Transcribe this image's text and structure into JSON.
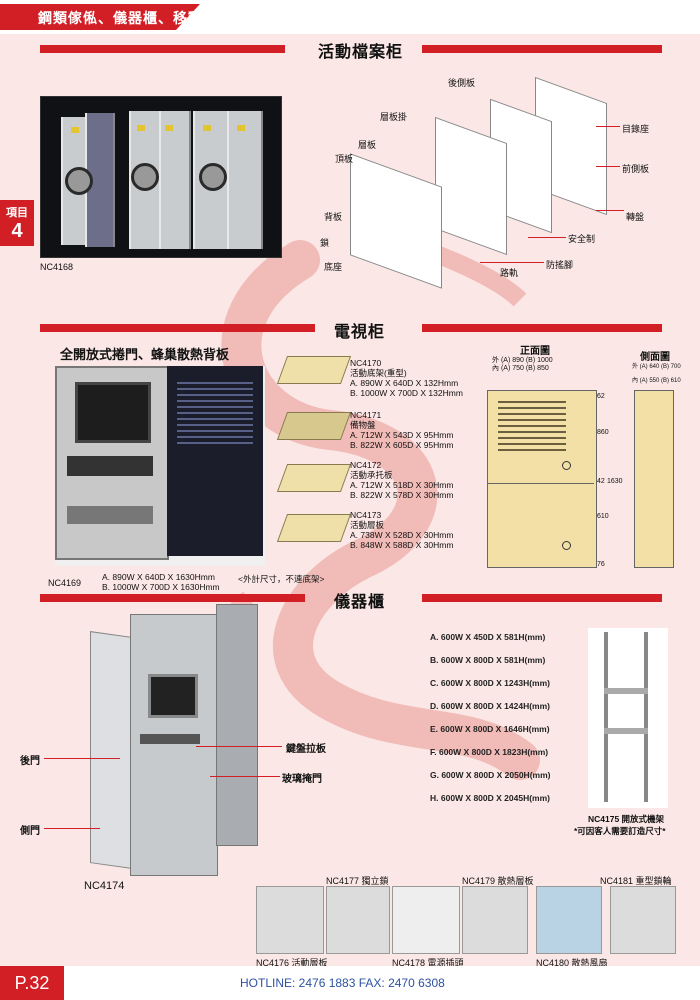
{
  "header": {
    "title": "鋼類傢俬、儀器櫃、移動櫃"
  },
  "side_tab": {
    "label": "項目",
    "number": "4"
  },
  "sections": {
    "mobile": "活動檔案柜",
    "tv": "電視柜",
    "instrument": "儀器櫃"
  },
  "mobile": {
    "photo_code": "NC4168",
    "callouts": {
      "rear_panel": "後側板",
      "shelf_hook": "層板掛",
      "shelf": "層板",
      "top_panel": "頂板",
      "back_panel": "背板",
      "lock": "鎖",
      "base": "底座",
      "directory": "目錄座",
      "front_side": "前側板",
      "handwheel": "轉盤",
      "safety": "安全制",
      "anti_tip": "防搖腳",
      "rail": "路軌"
    }
  },
  "tv": {
    "subtitle": "全開放式捲門、蜂巢散熱背板",
    "photo_code": "NC4169",
    "size_a": "A. 890W X 640D X 1630Hmm",
    "size_b": "B. 1000W X 700D X 1630Hmm",
    "size_note": "<外計尺寸，不連底架>",
    "trays": [
      {
        "code": "NC4170",
        "name": "活動底架(重型)",
        "a": "A. 890W X 640D X 132Hmm",
        "b": "B. 1000W X 700D X 132Hmm"
      },
      {
        "code": "NC4171",
        "name": "備物盤",
        "a": "A. 712W X 543D X 95Hmm",
        "b": "B. 822W X 605D X 95Hmm"
      },
      {
        "code": "NC4172",
        "name": "活動承托板",
        "a": "A. 712W X 518D X 30Hmm",
        "b": "B. 822W X 578D X 30Hmm"
      },
      {
        "code": "NC4173",
        "name": "活動層板",
        "a": "A. 738W X 528D X 30Hmm",
        "b": "B. 848W X 588D X 30Hmm"
      }
    ],
    "front_view": {
      "title": "正面圖",
      "outer": "外 (A) 890 (B) 1000",
      "inner": "內 (A) 750 (B) 850",
      "dims": [
        "62",
        "860",
        "42",
        "1630",
        "610",
        "76"
      ]
    },
    "side_view": {
      "title": "側面圖",
      "outer": "外 (A) 640 (B) 700",
      "inner": "內 (A) 550 (B) 610"
    }
  },
  "instrument": {
    "photo_code": "NC4174",
    "callouts": {
      "rear_door": "後門",
      "side_door": "側門",
      "keyboard": "鍵盤拉板",
      "glass": "玻璃掩門"
    },
    "sizes": [
      "A. 600W X 450D X 581H(mm)",
      "B. 600W X 800D X 581H(mm)",
      "C. 600W X 800D X 1243H(mm)",
      "D. 600W X 800D X 1424H(mm)",
      "E. 600W X 800D X 1646H(mm)",
      "F. 600W X 800D X 1823H(mm)",
      "G. 600W X 800D X 2050H(mm)",
      "H. 600W X 800D X 2045H(mm)"
    ],
    "rack_label": "NC4175 開放式機架",
    "rack_note": "*可因客人需要訂造尺寸*"
  },
  "accessories": [
    {
      "code": "NC4176 活動層板"
    },
    {
      "code": "NC4177 獨立鎖"
    },
    {
      "code": "NC4178 電源插頭"
    },
    {
      "code": "NC4179 散熱層板"
    },
    {
      "code": "NC4180 散熱風扇"
    },
    {
      "code": "NC4181 重型鎖輪"
    }
  ],
  "footer": {
    "page": "P.32",
    "hotline": "HOTLINE: 2476 1883    FAX: 2470 6308"
  },
  "colors": {
    "accent": "#d21f26",
    "background": "#fbe8e6",
    "hotline": "#2d52a0"
  }
}
